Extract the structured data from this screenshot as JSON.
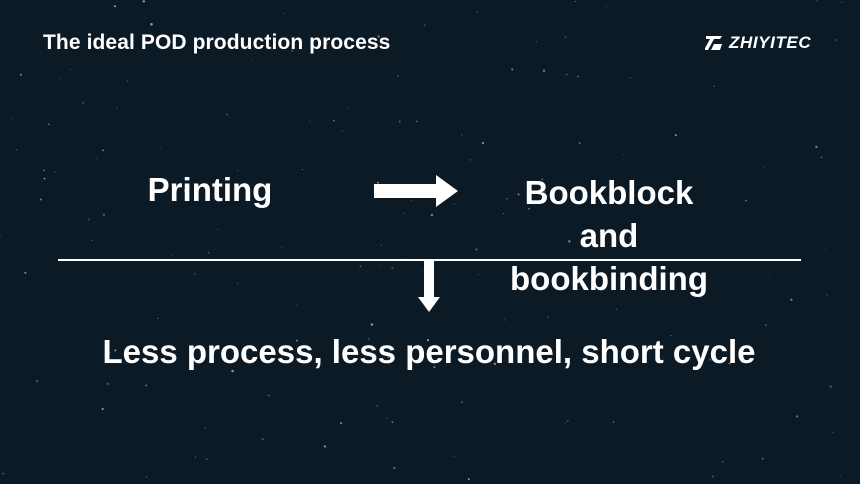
{
  "slide": {
    "title": "The ideal POD production process",
    "logo_text": "ZHIYITEC",
    "process": {
      "step1": "Printing",
      "step2_lines": [
        "Bookblock",
        "and",
        "bookbinding"
      ],
      "flow_arrow_icon": "arrow-right-icon"
    },
    "result_arrow_icon": "arrow-down-icon",
    "summary": "Less process, less personnel, short cycle"
  },
  "colors": {
    "background": "#0c1a26",
    "text": "#ffffff"
  }
}
